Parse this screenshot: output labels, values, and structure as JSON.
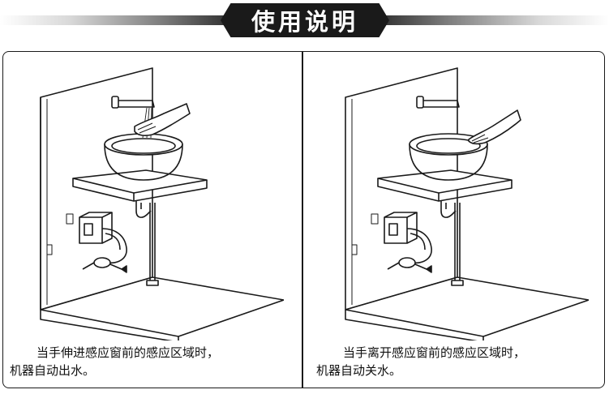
{
  "header": {
    "title": "使用说明"
  },
  "panels": [
    {
      "id": "water-on",
      "caption_line1": "当手伸进感应窗前的感应区域时，",
      "caption_line2": "机器自动出水。"
    },
    {
      "id": "water-off",
      "caption_line1": "当手离开感应窗前的感应区域时，",
      "caption_line2": "机器自动关水。"
    }
  ],
  "colors": {
    "ink": "#1a1a1a",
    "paper": "#ffffff"
  }
}
